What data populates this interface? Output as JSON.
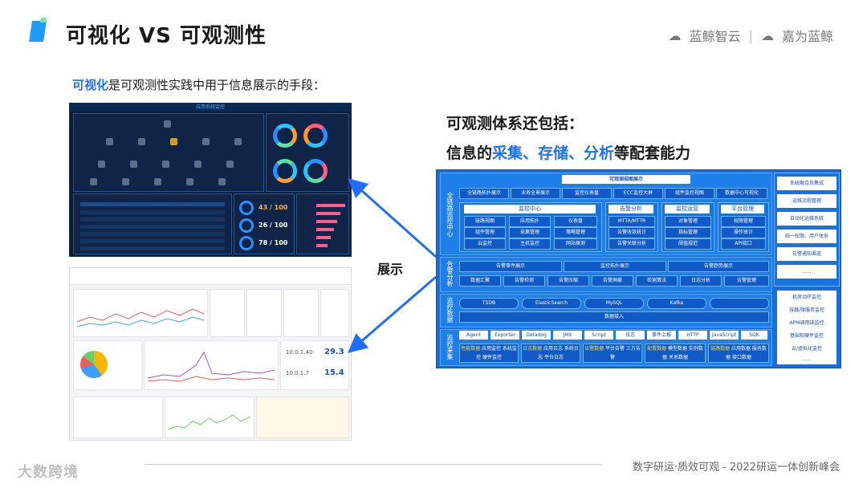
{
  "header": {
    "title": "可视化 VS 可观测性",
    "logo_a": "蓝鲸智云",
    "logo_sep": "|",
    "logo_b": "嘉为蓝鲸"
  },
  "subtitle": {
    "highlight": "可视化",
    "rest": "是可观测性实践中用于信息展示的手段："
  },
  "arrow_label": "展示",
  "observability": {
    "line1": "可观测体系还包括：",
    "line2_prefix": "信息的",
    "line2_hl": "采集、存储、分析",
    "line2_suffix": "等配套能力"
  },
  "dashboard": {
    "title": "应用系统监控",
    "gauges": [
      "43 / 100",
      "26 / 100",
      "78 / 100"
    ]
  },
  "grafana": {
    "stat1": "10.0.1.40",
    "stat1_val": "29.3",
    "stat2": "10.0.1.7",
    "stat2_val": "15.4"
  },
  "arch": {
    "top_title": "可观测视图展示",
    "side_labels": [
      "全链路监控中心",
      "告警分析",
      "监控数据",
      "监控采集"
    ],
    "view_items": [
      "全链路拓扑展示",
      "业务全景展示",
      "监控仪表盘",
      "ECC监控大屏",
      "组件监控视图",
      "数据中心可视化"
    ],
    "modules": [
      {
        "name": "监控中心",
        "items": [
          "链路视图",
          "应用拓扑",
          "仪表盘",
          "组件管理",
          "采集管理",
          "策略管理",
          "云监控",
          "主机监控",
          "网站拨测"
        ]
      },
      {
        "name": "告警分析",
        "items": [
          "MTTA/MTTR",
          "告警收敛统计",
          "告警关联分析"
        ]
      },
      {
        "name": "监控运营",
        "items": [
          "对象管理",
          "指标管理",
          "阈值规范"
        ]
      },
      {
        "name": "平台管理",
        "items": [
          "权限管理",
          "操作审计",
          "API接口"
        ]
      }
    ],
    "alarm_row1": [
      "告警事件展示",
      "监控拓扑展示",
      "告警趋势展示"
    ],
    "alarm_row2": [
      "数据汇聚",
      "告警检测",
      "告警压缩",
      "告警屏蔽",
      "检测算法",
      "日志分析",
      "告警管理"
    ],
    "storage": [
      "TSDB",
      "ElasticSearch",
      "MySQL",
      "Kafka",
      ""
    ],
    "storage_bar": "数据接入",
    "collect_row": [
      "Agent",
      "Exporter",
      "Datadog",
      "JMX",
      "Script",
      "日志",
      "事件上报",
      "HTTP",
      "JavaScript",
      "SDK"
    ],
    "collect_groups": [
      {
        "name": "性能数据",
        "items": "应用监控 系统监控 硬件监控"
      },
      {
        "name": "日志数据",
        "items": "应用日志 系统日志 平台日志"
      },
      {
        "name": "告警数据",
        "items": "平台告警 三方告警"
      },
      {
        "name": "配置数据",
        "items": "模型数据 实例数据 关系数据"
      },
      {
        "name": "链路数据",
        "items": "应用数据 服务数据 接口数据"
      }
    ],
    "right_top": [
      "系统融合及集成",
      "运维流程管理",
      "自动化运维系统",
      "统一权限、用户体系",
      "告警通知渠道",
      "......"
    ],
    "right_bottom": [
      "机房动环监控",
      "容器/微服务监控",
      "APM调用链监控",
      "基础软硬件监控",
      "云/虚拟化监控",
      "......"
    ]
  },
  "footer": {
    "left": "大数跨境",
    "right": "数字研运·质效可观 - 2022研运一体创新峰会"
  }
}
